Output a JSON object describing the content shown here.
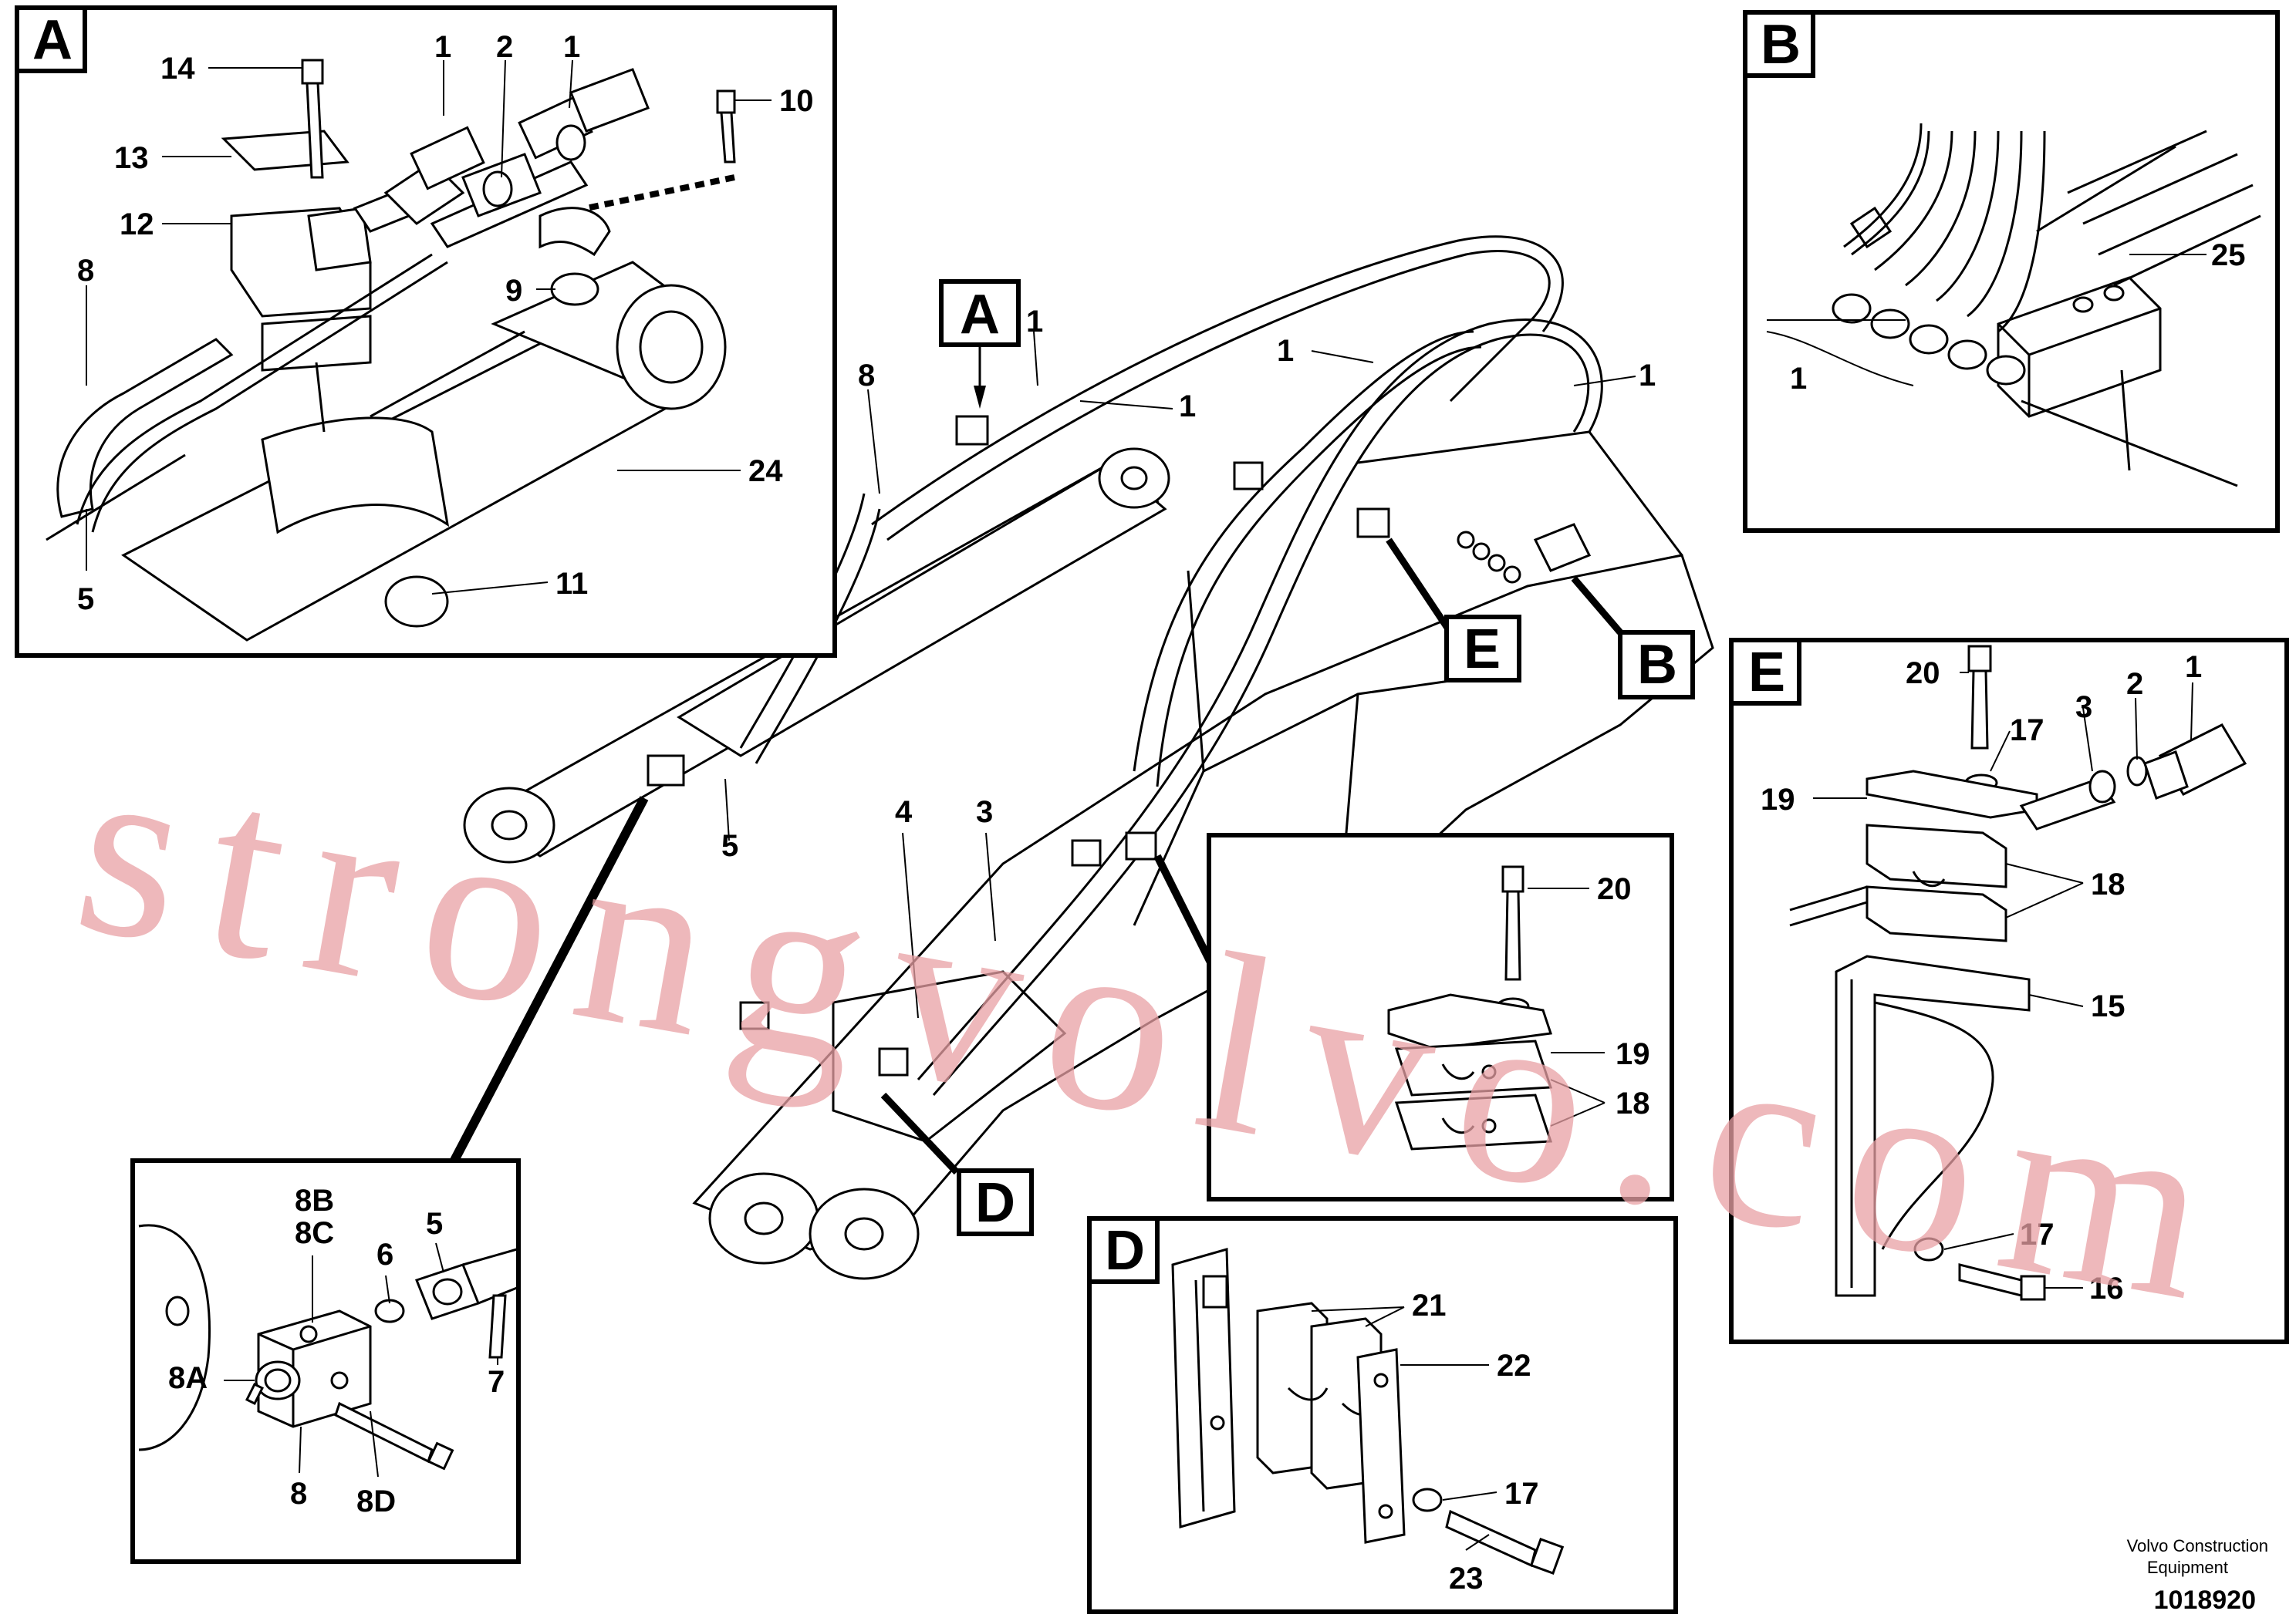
{
  "detail_labels": {
    "A_detail": "A",
    "B_detail": "B",
    "E_detail": "E",
    "D_detail": "D",
    "A_callout": "A",
    "B_callout": "B",
    "E_callout": "E",
    "D_callout": "D"
  },
  "part_numbers": {
    "a14": "14",
    "a1a": "1",
    "a2": "2",
    "a1b": "1",
    "a10": "10",
    "a13": "13",
    "a12": "12",
    "a8": "8",
    "a9": "9",
    "a24": "24",
    "a5": "5",
    "a11": "11",
    "b25": "25",
    "b1": "1",
    "m1a": "1",
    "m1b": "1",
    "m8": "8",
    "m1c": "1",
    "m1d": "1",
    "m4": "4",
    "m3": "3",
    "m5": "5",
    "c20": "20",
    "c19": "19",
    "c18": "18",
    "e20": "20",
    "e17a": "17",
    "e3": "3",
    "e2": "2",
    "e1": "1",
    "e19": "19",
    "e18": "18",
    "e15": "15",
    "e17b": "17",
    "e16": "16",
    "d21": "21",
    "d22": "22",
    "d17": "17",
    "d23": "23",
    "f8B": "8B",
    "f8C": "8C",
    "f5": "5",
    "f6": "6",
    "f8A": "8A",
    "f7": "7",
    "f8": "8",
    "f8D": "8D"
  },
  "watermark": "strongvolvo.com",
  "footer": {
    "brand_line1": "Volvo Construction",
    "brand_line2": "Equipment",
    "drawing_number": "1018920"
  }
}
